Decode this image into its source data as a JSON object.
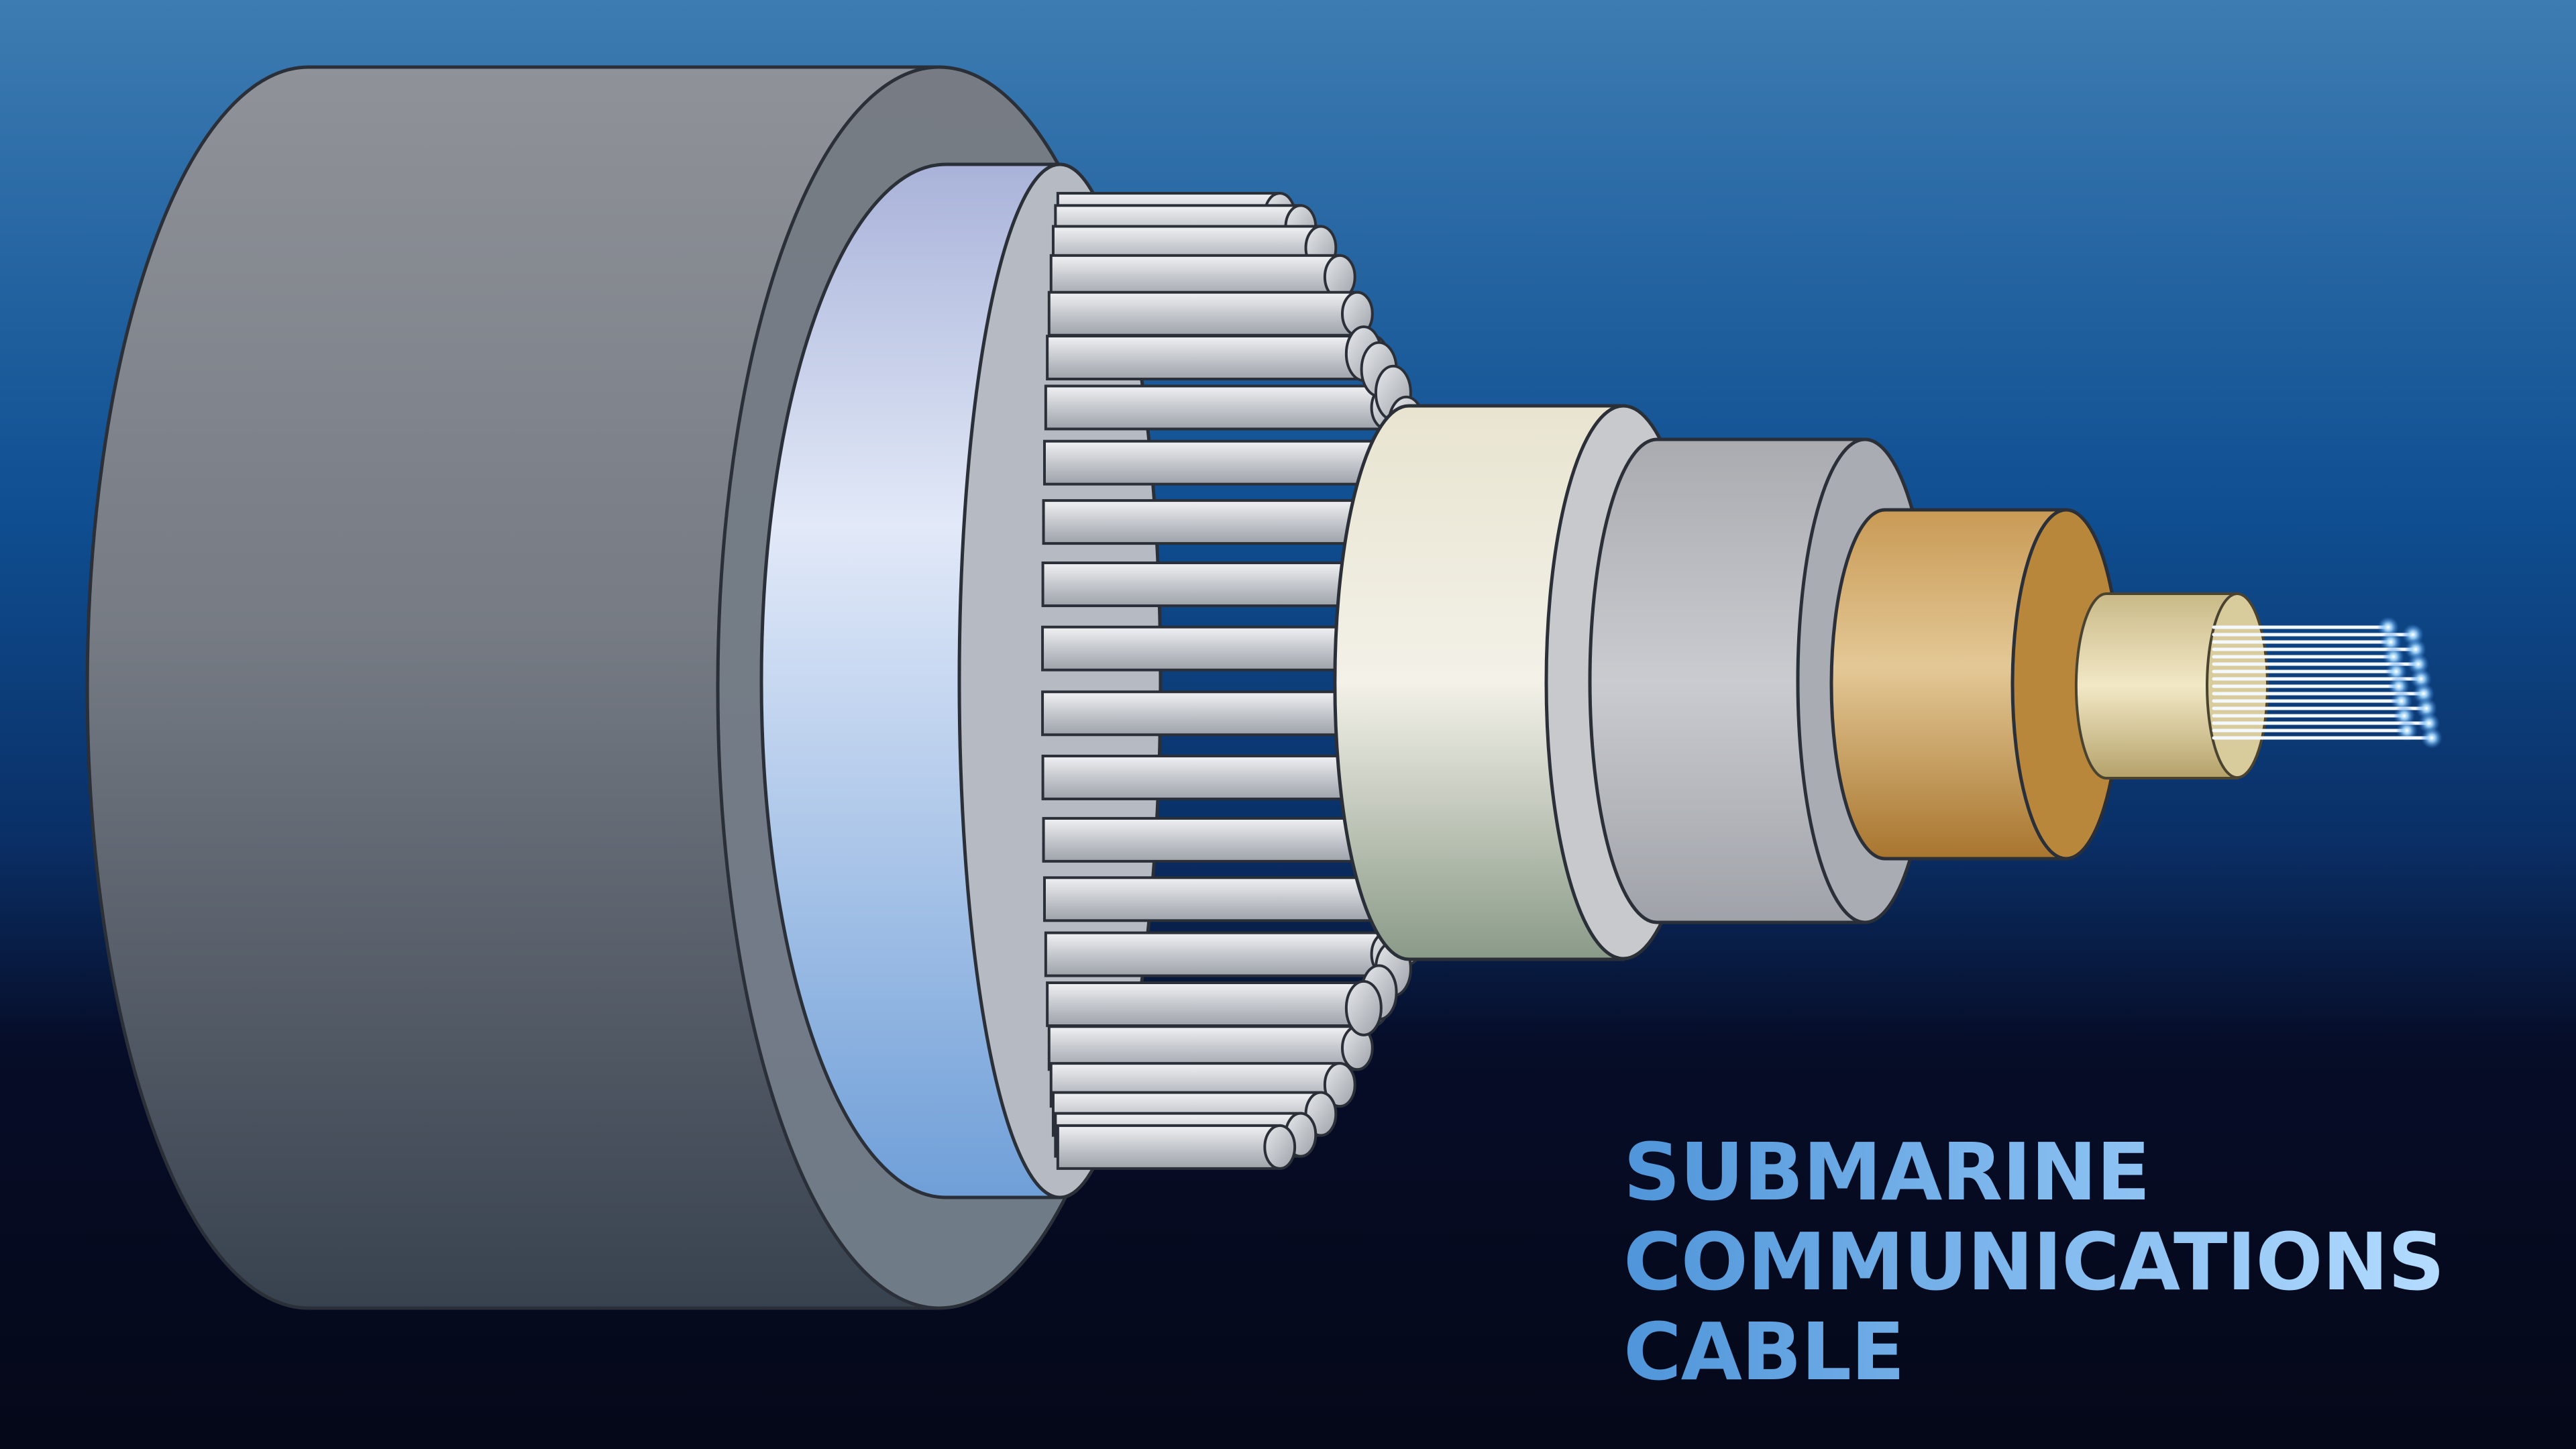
{
  "title": {
    "line1": "SUBMARINE",
    "line2": "COMMUNICATIONS",
    "line3": "CABLE"
  },
  "colors": {
    "background_top": "#3a78ad",
    "background_mid": "#0d4a8c",
    "background_bottom": "#060a1e",
    "outer_sheath": "#8a8d93",
    "blue_layer": "#c8d6f0",
    "steel_wires": "#d4d7db",
    "inner_sheath": "#e9e6d8",
    "gray_insulation": "#b6b8bd",
    "copper_conductor": "#b8873c",
    "fibre_tube": "#e8d9a4",
    "fibre_glow": "#8fd0ff"
  }
}
